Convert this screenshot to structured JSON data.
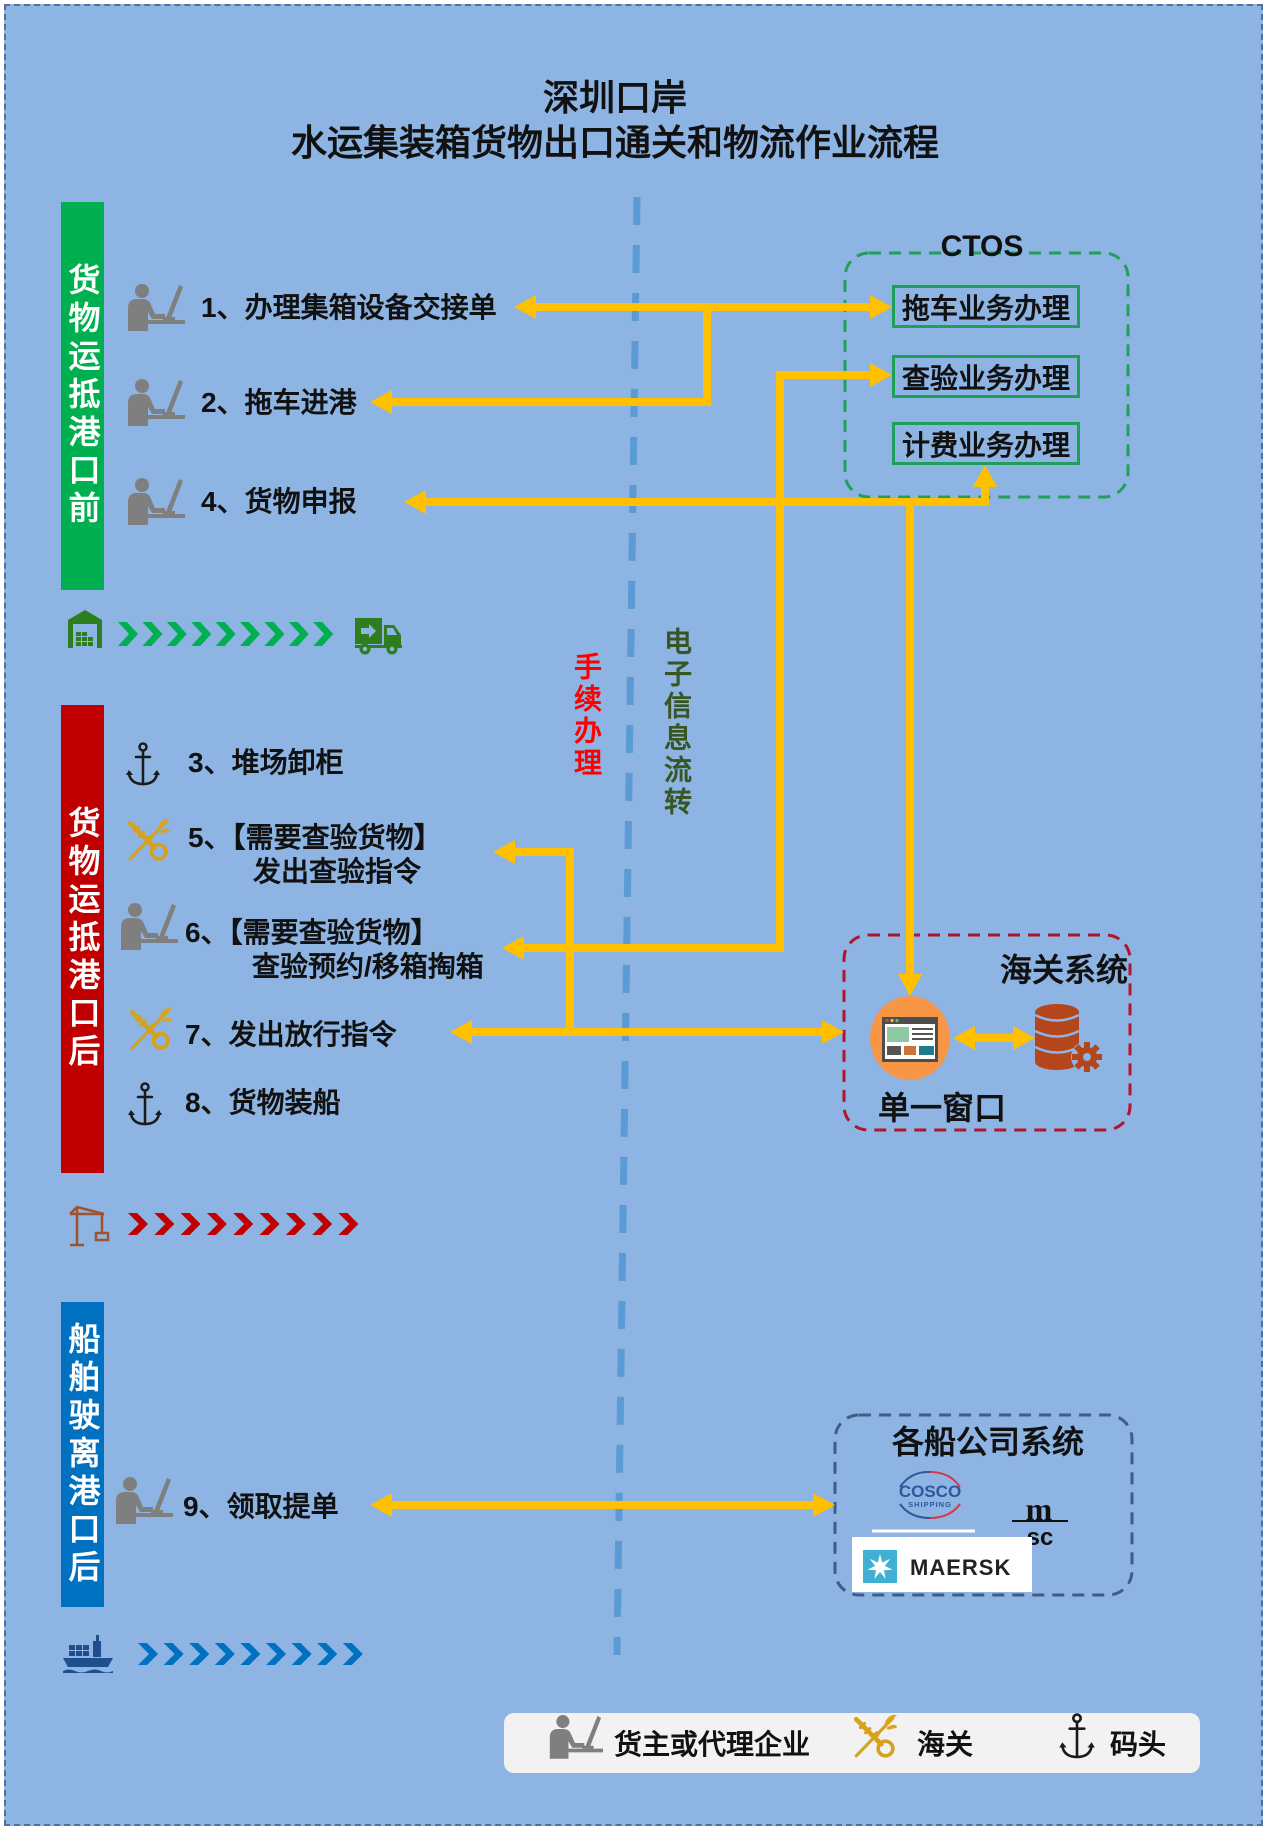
{
  "title": {
    "line1": "深圳口岸",
    "line2": "水运集装箱货物出口通关和物流作业流程"
  },
  "stages": [
    {
      "label": "货物运抵港口前",
      "color": "#00B050"
    },
    {
      "label": "货物运抵港口后",
      "color": "#C00000"
    },
    {
      "label": "船舶驶离港口后",
      "color": "#0070C0"
    }
  ],
  "lanes": {
    "manual": "手续办理",
    "electronic": "电子信息流转"
  },
  "steps": [
    {
      "label": "1、办理集箱设备交接单",
      "actor_icon": "person-at-computer-icon"
    },
    {
      "label": "2、拖车进港",
      "actor_icon": "person-at-computer-icon"
    },
    {
      "label": "4、货物申报",
      "actor_icon": "person-at-computer-icon"
    },
    {
      "label": "3、堆场卸柜",
      "actor_icon": "anchor-icon"
    },
    {
      "label": "5、【需要查验货物】",
      "sublabel": "发出查验指令",
      "actor_icon": "customs-emblem-icon"
    },
    {
      "label": "6、【需要查验货物】",
      "sublabel": "查验预约/移箱掏箱",
      "actor_icon": "person-at-computer-icon"
    },
    {
      "label": "7、发出放行指令",
      "actor_icon": "customs-emblem-icon"
    },
    {
      "label": "8、货物装船",
      "actor_icon": "anchor-icon"
    },
    {
      "label": "9、领取提单",
      "actor_icon": "person-at-computer-icon"
    }
  ],
  "ctos": {
    "title": "CTOS",
    "items": [
      "拖车业务办理",
      "查验业务办理",
      "计费业务办理"
    ]
  },
  "customs_system": {
    "title": "海关系统",
    "single_window": "单一窗口"
  },
  "shipping_lines": {
    "title": "各船公司系统",
    "logos": {
      "cosco": {
        "line1": "COSCO",
        "line2": "SHIPPING"
      },
      "msc": {
        "top": "m",
        "bottom": "sc"
      },
      "maersk": "MAERSK"
    }
  },
  "progress_rows": [
    {
      "from_icon": "warehouse-icon",
      "to_icon": "delivery-truck-icon",
      "chevrons": 9,
      "color": "#00B050"
    },
    {
      "from_icon": "port-crane-icon",
      "chevrons": 9,
      "color": "#C00000"
    },
    {
      "from_icon": "cargo-ship-icon",
      "chevrons": 9,
      "color": "#0070C0"
    }
  ],
  "legend": [
    {
      "icon": "person-at-computer-icon",
      "label": "货主或代理企业"
    },
    {
      "icon": "customs-emblem-icon",
      "label": "海关"
    },
    {
      "icon": "anchor-icon",
      "label": "码头"
    }
  ],
  "colors": {
    "background": "#8DB4E2",
    "flow_arrow": "#FFC000",
    "divider": "#5B9BD5",
    "manual_label": "#FF0000",
    "electronic_label": "#375623",
    "ctos_border": "#1FA05A",
    "customs_border": "#B0162B",
    "shipping_border": "#3E5E85"
  }
}
